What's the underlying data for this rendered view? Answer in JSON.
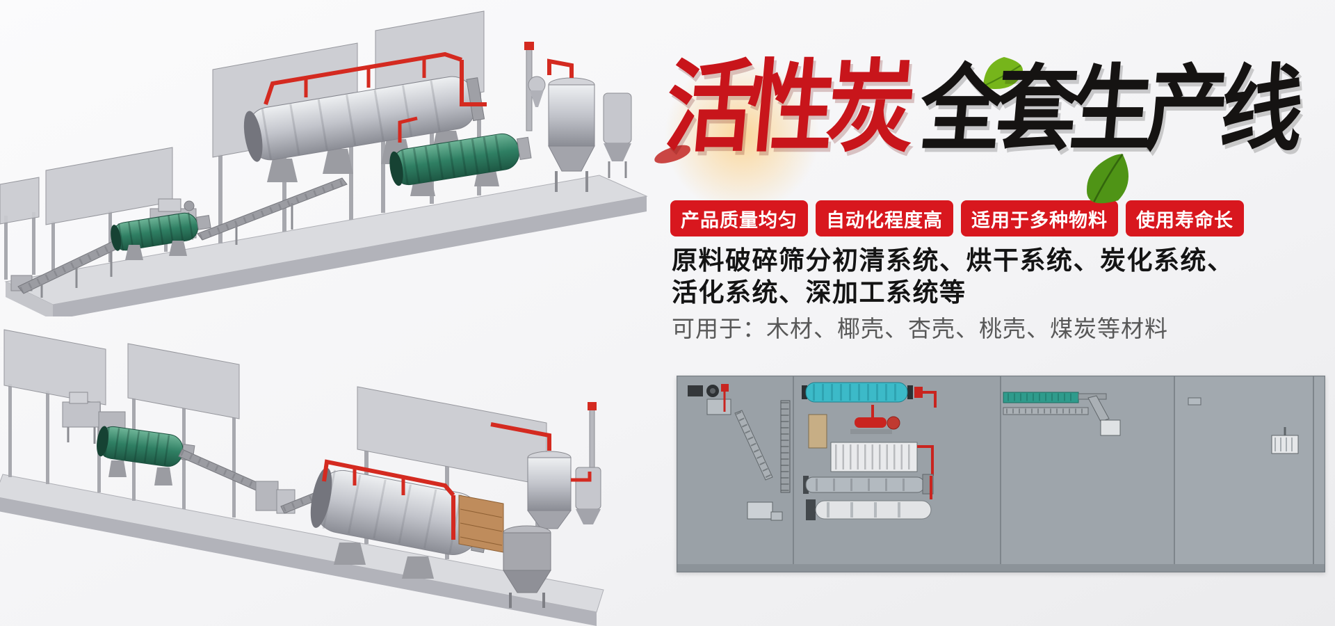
{
  "title": {
    "red": "活性炭",
    "black": "全套生产线"
  },
  "badges": [
    {
      "label": "产品质量均匀"
    },
    {
      "label": "自动化程度高"
    },
    {
      "label": "适用于多种物料"
    },
    {
      "label": "使用寿命长"
    }
  ],
  "description": {
    "line1": "原料破碎筛分初清系统、烘干系统、炭化系统、",
    "line2": "活化系统、深加工系统等",
    "line3": "可用于：木材、椰壳、杏壳、桃壳、煤炭等材料"
  },
  "figures": {
    "render_top": "isometric-3d-render-production-line-upper",
    "render_bottom": "isometric-3d-render-production-line-lower",
    "schematic": "plant-layout-top-view-schematic",
    "leaf": "green-leaf-decoration"
  },
  "colors": {
    "badge_red": "#d8171e",
    "title_red": "#c8151b",
    "title_black": "#151312",
    "pipe_red": "#d42a20",
    "machine_green": "#2f7f63",
    "schematic_cyan": "#3cbac8",
    "schematic_bg": "#9aa1a7",
    "page_bg": "#f4f4f6"
  }
}
